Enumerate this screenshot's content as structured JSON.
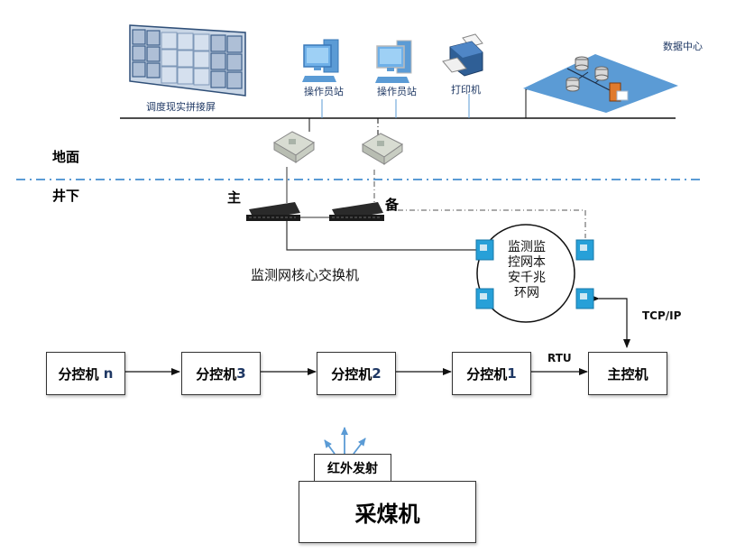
{
  "surface": {
    "video_wall_label": "调度现实拼接屏",
    "workstation_1_label": "操作员站",
    "workstation_2_label": "操作员站",
    "printer_label": "打印机",
    "data_center_label": "数据中心"
  },
  "zones": {
    "ground_label": "地面",
    "underground_label": "井下"
  },
  "switches": {
    "primary_label": "主",
    "backup_label": "备",
    "core_switch_caption": "监测网核心交换机"
  },
  "ring": {
    "lines": [
      "监测监",
      "控网本",
      "安千兆",
      "环网"
    ]
  },
  "protocols": {
    "tcp_ip": "TCP/IP",
    "rtu": "RTU"
  },
  "controllers": {
    "sub_n": {
      "prefix": "分控机 ",
      "suffix": "n"
    },
    "sub_3": {
      "prefix": "分控机",
      "suffix": "3"
    },
    "sub_2": {
      "prefix": "分控机",
      "suffix": "2"
    },
    "sub_1": {
      "prefix": "分控机",
      "suffix": "1"
    },
    "main": "主控机"
  },
  "shearer": {
    "infrared_label": "红外发射",
    "label": "采煤机"
  },
  "colors": {
    "accent_blue": "#5b9bd5",
    "divider_blue": "#5b9bd5",
    "line_dark": "#333333"
  }
}
